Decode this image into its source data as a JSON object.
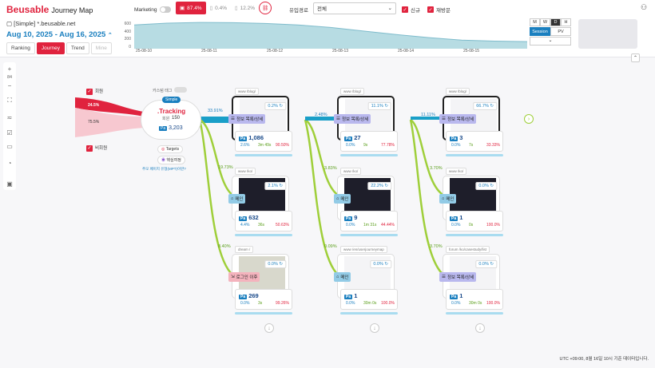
{
  "header": {
    "logo": "Beusable",
    "logo_sub": "Journey Map",
    "project": "[Simple] *.beusable.net",
    "date_range": "Aug 10, 2025 - Aug 16, 2025"
  },
  "tabs": [
    "Ranking",
    "Journey",
    "Trend",
    "Mine"
  ],
  "toolbar": {
    "marketing": "Marketing",
    "dev_pc": "87.4%",
    "dev_tab": "0.4%",
    "dev_mob": "12.2%",
    "inflow_label": "유입경로",
    "inflow_value": "전체",
    "new_label": "신규",
    "return_label": "재방문"
  },
  "chart": {
    "yticks": [
      "600",
      "400",
      "200",
      "0"
    ],
    "xticks": [
      "25-08-10",
      "25-08-11",
      "25-08-12",
      "25-08-13",
      "25-08-14",
      "25-08-15"
    ],
    "values": [
      470,
      505,
      520,
      515,
      500,
      470,
      420,
      350,
      280,
      220,
      170,
      150,
      140
    ]
  },
  "period": [
    "M",
    "W",
    "D",
    "H"
  ],
  "metric": [
    "Session",
    "PV"
  ],
  "zoom": "84",
  "entry": {
    "member": "회원",
    "member_pct": "24.5%",
    "nonmember": "비회원",
    "nonmember_pct": "75.5%",
    "caption": "카스텀 태그",
    "simple": "Simple",
    "tracking": ".Tracking",
    "visits_label": "회원",
    "visits": "150",
    "total": "3,203",
    "targets": "Targets",
    "core": "핵심여정",
    "note": "추모 페이지 유형(MPT)이란?"
  },
  "flows": [
    "33.91%",
    "19.73%",
    "8.40%",
    "2.48%",
    "3.83%",
    "0.09%",
    "11.11%",
    "3.70%",
    "3.70%"
  ],
  "cards": [
    {
      "url": "www /blog/",
      "pct": "0.2%",
      "label": "정보 목록/상세",
      "count": "1,086",
      "m1": "2.6%",
      "m2": "3m 49s",
      "m3": "90.50%"
    },
    {
      "url": "www /ko/",
      "pct": "2.1%",
      "label": "메인",
      "count": "632",
      "m1": "4.4%",
      "m2": "36s",
      "m3": "50.63%"
    },
    {
      "url": "dream /",
      "pct": "0.0%",
      "label": "로그인 이후",
      "count": "269",
      "m1": "0.0%",
      "m2": "3s",
      "m3": "99.26%"
    },
    {
      "url": "www /blog/",
      "pct": "11.1%",
      "label": "정보 목록/상세",
      "count": "27",
      "m1": "0.0%",
      "m2": "9s",
      "m3": "77.78%"
    },
    {
      "url": "www /ko/",
      "pct": "22.2%",
      "label": "메인",
      "count": "9",
      "m1": "0.0%",
      "m2": "1m 31s",
      "m3": "44.44%"
    },
    {
      "url": "www /en/userjourneymap",
      "pct": "0.0%",
      "label": "메인",
      "count": "1",
      "m1": "0.0%",
      "m2": "30m 0s",
      "m3": "100.0%"
    },
    {
      "url": "www /blog/",
      "pct": "66.7%",
      "label": "정보 목록/상세",
      "count": "3",
      "m1": "0.0%",
      "m2": "7s",
      "m3": "33.33%"
    },
    {
      "url": "www /ko/",
      "pct": "0.0%",
      "label": "메인",
      "count": "1",
      "m1": "0.0%",
      "m2": "0s",
      "m3": "100.0%"
    },
    {
      "url": "forum /ko/casestudy/list",
      "pct": "0.0%",
      "label": "정보 목록/상세",
      "count": "1",
      "m1": "0.0%",
      "m2": "30m 0s",
      "m3": "100.0%"
    }
  ],
  "footer": "UTC +09:00, 8월 16일 10시 기준 데이터입니다."
}
